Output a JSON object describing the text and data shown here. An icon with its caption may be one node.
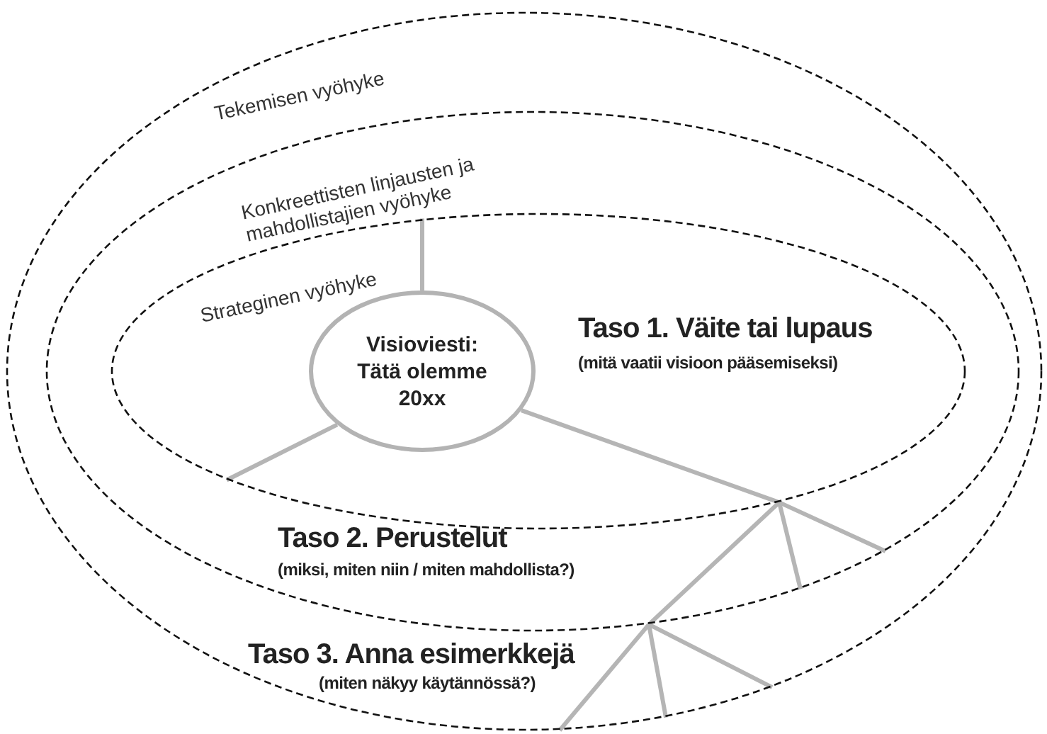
{
  "diagram": {
    "nodes": [
      {
        "text": [
          "Tekemisen vyöhyke"
        ]
      },
      {
        "text": [
          "Konkreettisten linjausten ja mahdollistajien vyöhyke"
        ],
        "in": 0
      },
      {
        "text": [
          "Strateginen vyöhyke"
        ],
        "in": 1
      },
      {
        "text": [
          "Visioviesti: Tätä olemme 20xx"
        ],
        "in": 2
      }
    ],
    "edges": [
      {
        "from": 3,
        "to": 2,
        "arrow": "none"
      },
      {
        "from": 3,
        "to": 2,
        "arrow": "none"
      },
      {
        "from": 3,
        "to": 2,
        "arrow": "none"
      },
      {
        "from": 2,
        "to": 1,
        "arrow": "none"
      },
      {
        "from": 2,
        "to": 1,
        "arrow": "none"
      },
      {
        "from": 2,
        "to": 1,
        "arrow": "none"
      },
      {
        "from": 1,
        "to": 0,
        "arrow": "none"
      },
      {
        "from": 1,
        "to": 0,
        "arrow": "none"
      },
      {
        "from": 1,
        "to": 0,
        "arrow": "none"
      }
    ],
    "labels": [
      "Taso 1. Väite tai lupaus",
      "(mitä vaatii visioon pääsemiseksi)",
      "Taso 2. Perustelut",
      "(miksi, miten niin / miten mahdollista?)",
      "Taso 3. Anna esimerkkejä",
      "(miten näkyy käytännössä?)"
    ]
  }
}
